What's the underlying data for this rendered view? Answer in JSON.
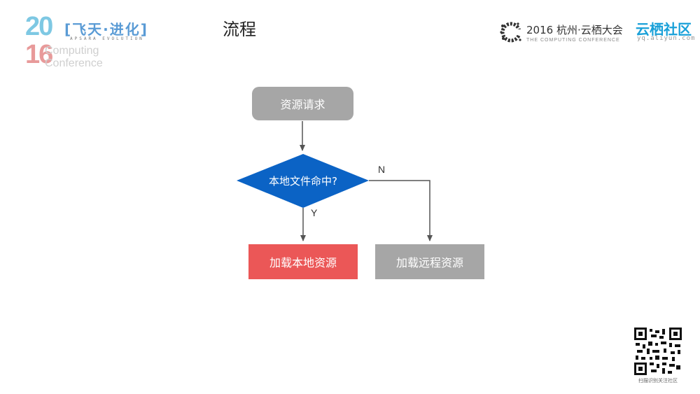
{
  "header": {
    "logo_year_top": "20",
    "logo_year_bottom": "16",
    "logo_slogan": "[飞天·进化]",
    "logo_sub": "APSARA EVOLUTION",
    "logo_computing": "Computing",
    "logo_conference": "Conference",
    "page_title": "流程",
    "conference_title": "2016 杭州·云栖大会",
    "conference_subtitle": "THE COMPUTING CONFERENCE",
    "brand_name": "云栖社区",
    "brand_url": "yq.aliyun.com"
  },
  "flowchart": {
    "start": "资源请求",
    "decision": "本地文件命中?",
    "yes_label": "Y",
    "no_label": "N",
    "yes_target": "加载本地资源",
    "no_target": "加载远程资源",
    "colors": {
      "gray_node": "#a6a6a6",
      "decision": "#0b63c5",
      "local": "#eb5757",
      "line": "#555555"
    }
  },
  "footer": {
    "qr_caption": "扫描识别关注社区"
  }
}
